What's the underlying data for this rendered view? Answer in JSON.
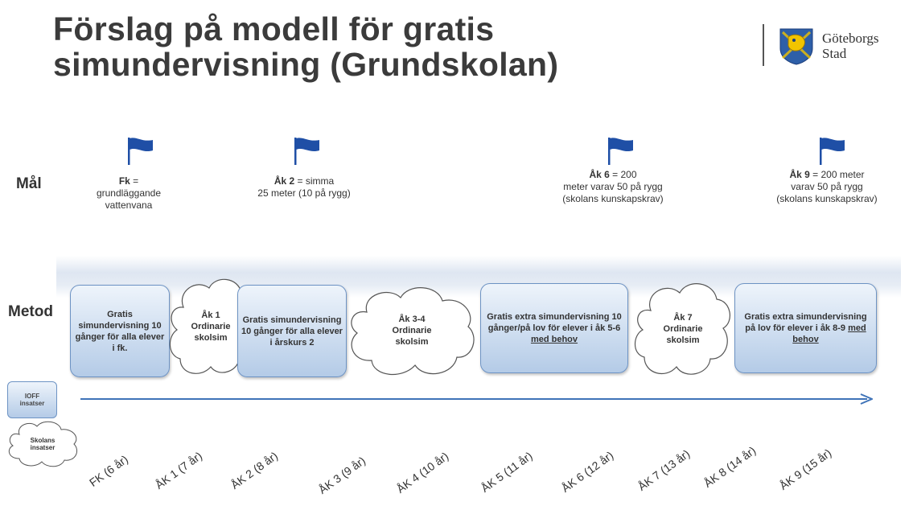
{
  "title": {
    "line1": "Förslag på modell för gratis",
    "line2": "simundervisning (Grundskolan)"
  },
  "logo": {
    "name_line1": "Göteborgs",
    "name_line2": "Stad",
    "crest_icon": "goteborg-lion-crest-icon"
  },
  "rows": {
    "goal_label": "Mål",
    "method_label": "Metod"
  },
  "goals": [
    {
      "heading": "Fk",
      "rest": " =",
      "body": "grundläggande vattenvana"
    },
    {
      "heading": "Åk 2",
      "rest": " = simma",
      "body": "25 meter (10 på rygg)"
    },
    {
      "heading": "Åk 6",
      "rest": " = 200",
      "body": "meter varav 50 på rygg (skolans kunskapskrav)"
    },
    {
      "heading": "Åk 9",
      "rest": " = 200 meter",
      "body": "varav 50 på rygg (skolans kunskapskrav)"
    }
  ],
  "methods": {
    "box1": "Gratis simundervisning 10 gånger för alla elever i fk.",
    "cloud1": "Åk 1 Ordinarie skolsim",
    "box2": "Gratis simundervisning 10 gånger för alla elever i årskurs 2",
    "cloud2": "Åk 3-4 Ordinarie skolsim",
    "box3_text": "Gratis extra simundervisning 10 gånger/på lov för elever i åk 5-6",
    "box3_emph": "med behov",
    "cloud3": "Åk 7 Ordinarie skolsim",
    "box4_text": "Gratis extra simundervisning på lov för elever i åk 8-9",
    "box4_emph": "med behov"
  },
  "legend": {
    "box": "IOFF insatser",
    "cloud": "Skolans insatser"
  },
  "years": [
    "FK (6 år)",
    "ÅK 1 (7 år)",
    "ÅK 2 (8 år)",
    "ÅK 3 (9 år)",
    "ÅK 4 (10 år)",
    "ÅK 5 (11 år)",
    "ÅK 6 (12 år)",
    "ÅK 7 (13 år)",
    "ÅK 8 (14 år)",
    "ÅK 9 (15 år)"
  ],
  "colors": {
    "flag": "#1f4fa6",
    "box_border": "#6d93c4",
    "timeline": "#3f73b8"
  }
}
